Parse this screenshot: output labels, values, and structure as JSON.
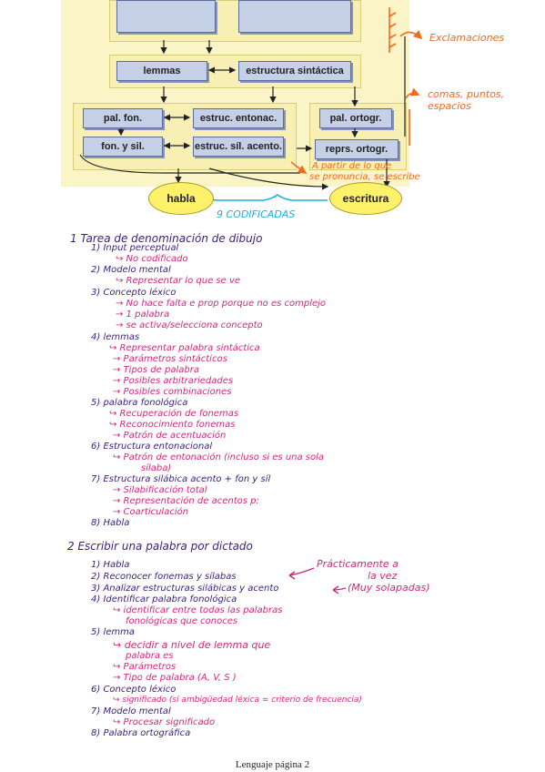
{
  "diagram": {
    "boxes": {
      "lemmas": "lemmas",
      "estructura_sintactica": "estructura sintáctica",
      "pal_fon": "pal. fon.",
      "estruc_entonac": "estruc. entonac.",
      "fon_y_sil": "fon. y sil.",
      "estruc_sil_acento": "estruc. síl. acento.",
      "pal_ortogr": "pal. ortogr.",
      "repr_ortogr": "reprs. ortogr."
    },
    "ellipses": {
      "habla": "habla",
      "escritura": "escritura"
    },
    "annotations": {
      "exclamaciones": "Exclamaciones",
      "comas_line1": "comas, puntos,",
      "comas_line2": "espacios",
      "partir_line1": "A partir de lo que",
      "partir_line2": "se pronuncia, se escribe",
      "codificadas": "9 CODIFICADAS"
    },
    "colors": {
      "panel": "#f8efb4",
      "box": "#c5cfe6",
      "ellipse": "#fff16a",
      "orange": "#f26a1b",
      "teal": "#1bb0d8"
    }
  },
  "notes": {
    "section1": {
      "title": "1  Tarea de denominación de dibujo",
      "lines": [
        "1) Input perceptual",
        "↪ No codificado",
        "2) Modelo mental",
        "↪ Representar lo que se ve",
        "3) Concepto léxico",
        "→ No hace falta e prop porque no es complejo",
        "→ 1 palabra",
        "→ se activa/selecciona concepto",
        "4) lemmas",
        "↪ Representar palabra sintáctica",
        "→ Parámetros sintácticos",
        "→ Tipos de palabra",
        "→ Posibles arbitrariedades",
        "→ Posibles combinaciones",
        "5) palabra fonológica",
        "↪ Recuperación de fonemas",
        "↪ Reconocimiento fonemas",
        "→ Patrón de acentuación",
        "6) Estructura entonacional",
        "↪ Patrón de entonación (incluso si es una sola",
        "sílaba)",
        "7) Estructura silábica acento + fon y síl",
        "→ Silabificación total",
        "→ Representación de acentos p:",
        "→ Coarticulación",
        "8) Habla"
      ]
    },
    "section2": {
      "title": "2  Escribir una palabra por dictado",
      "lines": [
        "1) Habla",
        "2) Reconocer fonemas y sílabas",
        "3) Analizar estructuras silábicas y acento",
        "4) Identificar palabra fonológica",
        "↪ identificar entre todas las palabras",
        "fonológicas que conoces",
        "5) lemma",
        "↪ decidir a nivel de lemma que",
        "palabra es",
        "↪ Parámetros",
        "→ Tipo de palabra (A, V, S  )",
        "6) Concepto léxico",
        "↪ significado (si ambigüedad léxica = criterio de frecuencia)",
        "7) Modelo mental",
        "↪ Procesar significado",
        "8) Palabra ortográfica"
      ],
      "side_note_line1": "Prácticamente a",
      "side_note_line2": "la vez",
      "side_note_line3": "(Muy solapadas)"
    }
  },
  "footer": "Lenguaje página 2"
}
